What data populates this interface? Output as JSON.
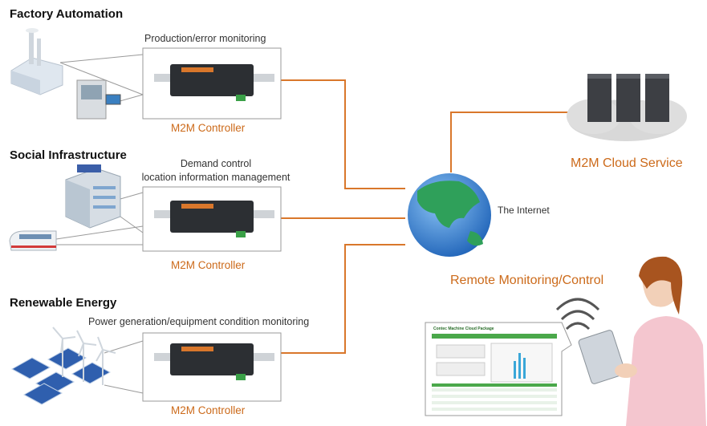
{
  "sections": [
    {
      "title": "Factory Automation",
      "caption": [
        "Production/error monitoring"
      ],
      "controller_label": "M2M  Controller"
    },
    {
      "title": "Social Infrastructure",
      "caption": [
        "Demand control",
        "location information management"
      ],
      "controller_label": "M2M  Controller"
    },
    {
      "title": "Renewable Energy",
      "caption": [
        "Power generation/equipment condition monitoring"
      ],
      "controller_label": "M2M  Controller"
    }
  ],
  "internet_label": "The Internet",
  "cloud_label": "M2M Cloud Service",
  "remote_label": "Remote Monitoring/Control",
  "screen": {
    "title": "Contec Machine Cloud Package"
  },
  "colors": {
    "line": "#d9772b",
    "label": "#cc6a1a",
    "cloud": "#d8d8d8",
    "globe_ocean": "#2f7fd6",
    "globe_land": "#2fa05a"
  }
}
